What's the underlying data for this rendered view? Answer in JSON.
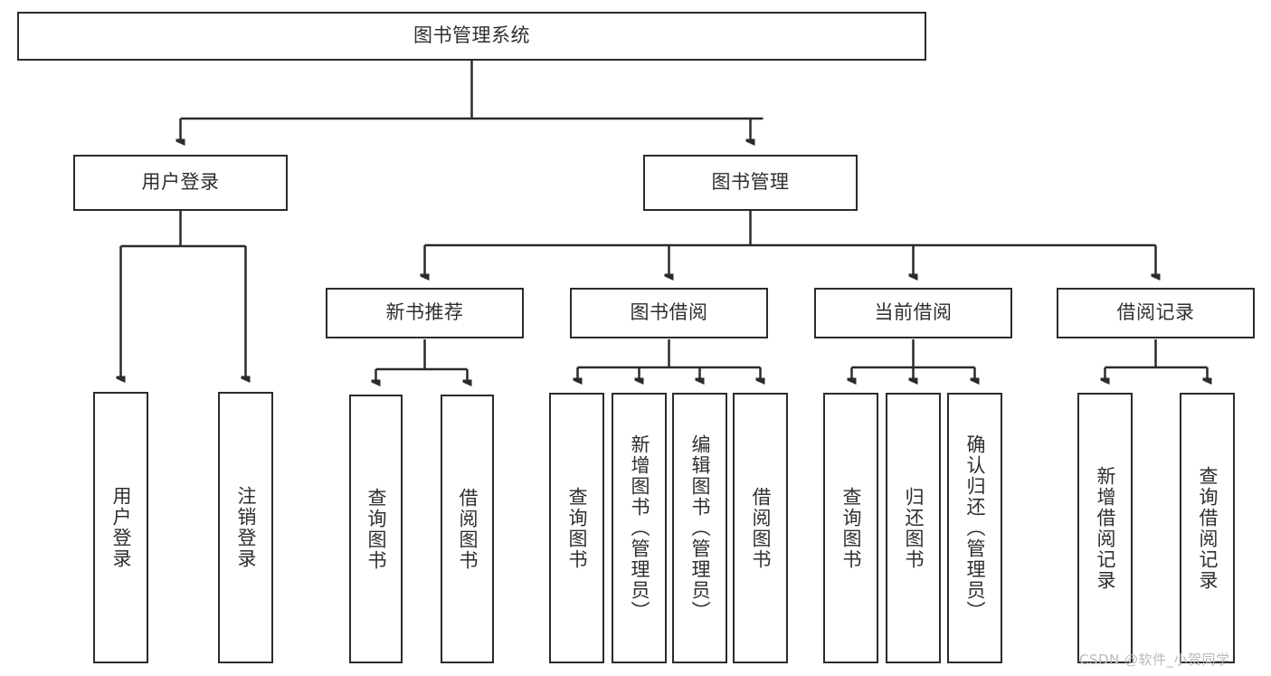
{
  "diagram": {
    "type": "hierarchy-tree",
    "title": "图书管理系统",
    "colors": {
      "box_border": "#2b2b2b",
      "box_fill": "#ffffff",
      "connector": "#2b2b2b",
      "text": "#2f2f2f",
      "watermark": "#b9b9b9",
      "background": "#ffffff"
    },
    "root": {
      "label": "图书管理系统"
    },
    "level2": [
      {
        "label": "用户登录"
      },
      {
        "label": "图书管理"
      }
    ],
    "level3": [
      {
        "label": "新书推荐"
      },
      {
        "label": "图书借阅"
      },
      {
        "label": "当前借阅"
      },
      {
        "label": "借阅记录"
      }
    ],
    "leaves": {
      "user_login": [
        {
          "label": "用户登录"
        },
        {
          "label": "注销登录"
        }
      ],
      "new_book_recommend": [
        {
          "label": "查询图书"
        },
        {
          "label": "借阅图书"
        }
      ],
      "book_borrow": [
        {
          "label": "查询图书"
        },
        {
          "label": "新增图书（管理员）"
        },
        {
          "label": "编辑图书（管理员）"
        },
        {
          "label": "借阅图书"
        }
      ],
      "current_borrow": [
        {
          "label": "查询图书"
        },
        {
          "label": "归还图书"
        },
        {
          "label": "确认归还（管理员）"
        }
      ],
      "borrow_record": [
        {
          "label": "新增借阅记录"
        },
        {
          "label": "查询借阅记录"
        }
      ]
    }
  },
  "watermark": {
    "text": "CSDN @软件_小贺同学"
  }
}
